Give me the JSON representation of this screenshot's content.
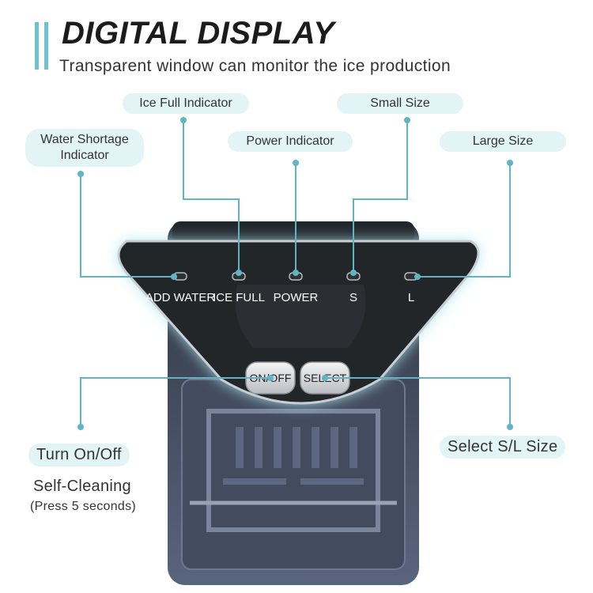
{
  "header": {
    "title": "DIGITAL DISPLAY",
    "subtitle": "Transparent window can monitor the ice production"
  },
  "callouts": {
    "ice_full": "Ice Full Indicator",
    "small_size": "Small Size",
    "water_shortage": "Water Shortage Indicator",
    "power": "Power Indicator",
    "large_size": "Large Size",
    "turn_on_off": "Turn On/Off",
    "self_cleaning": "Self-Cleaning",
    "self_cleaning_note": "(Press 5 seconds)",
    "select_size": "Select S/L Size"
  },
  "panel": {
    "indicators": [
      "ADD WATER",
      "ICE FULL",
      "POWER",
      "S",
      "L"
    ],
    "buttons": {
      "on_off": "ON/OFF",
      "select": "SELECT"
    }
  },
  "colors": {
    "accent": "#6cc3cf",
    "callout_bg": "#e2f4f6",
    "panel": "#232629"
  }
}
